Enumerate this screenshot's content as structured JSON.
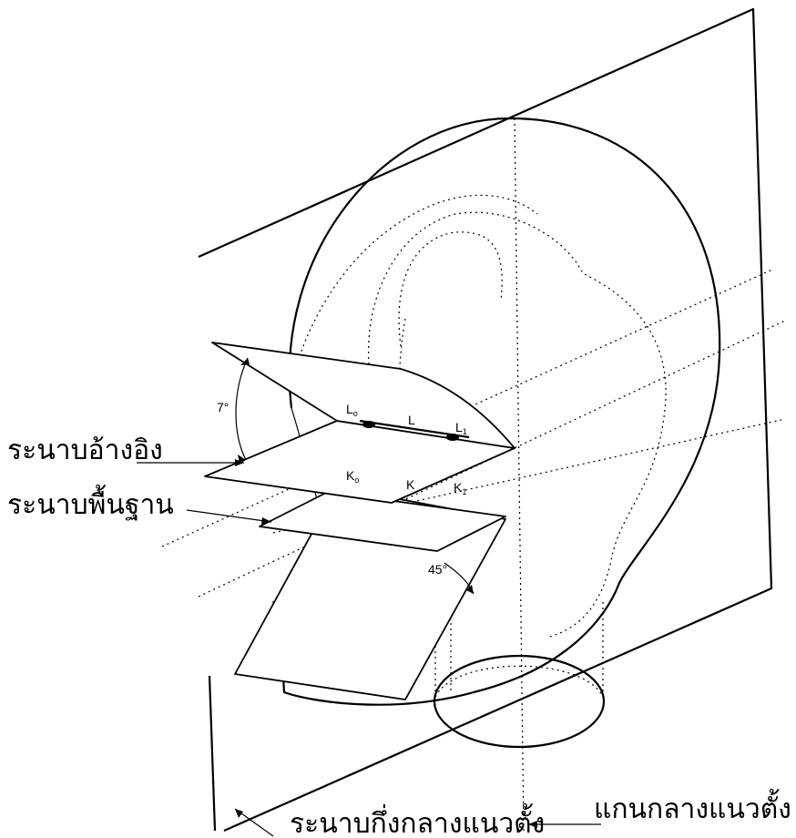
{
  "labels": {
    "reference_plane": "ระนาบอ้างอิง",
    "basic_plane": "ระนาบพื้นฐาน",
    "vertical_axis": "แกนกลางแนวตั้ง",
    "median_plane": "ระนาบกึ่งกลางแนวตั้ง"
  },
  "markers": {
    "angle_top": "7°",
    "angle_bottom": "45°",
    "L": "L",
    "L0": "L",
    "L0_sub": "o",
    "L1": "L",
    "L1_sub": "1",
    "K": "K",
    "K0": "K",
    "K0_sub": "o",
    "K1": "K",
    "K1_sub": "1"
  }
}
